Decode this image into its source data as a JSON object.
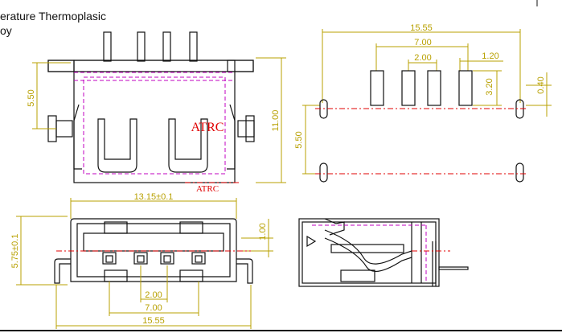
{
  "header": {
    "line1": "erature Thermoplasic",
    "line2": "oy"
  },
  "watermark": {
    "top_text": "ATRC",
    "small_text": "ATRC"
  },
  "dimensions": {
    "overall_width_top": "15.55",
    "pitch_7": "7.00",
    "pitch_2": "2.00",
    "pad_width": "1.20",
    "pad_length": "3.20",
    "offset_040": "0.40",
    "left_height": "5.50",
    "right_height_550": "5.50",
    "total_height": "11.00",
    "front_width": "13.15±0.1",
    "front_height": "5.75±0.1",
    "front_offset": "1.00",
    "front_pitch_2": "2.00",
    "front_pitch_7": "7.00",
    "front_overall": "15.55"
  },
  "colors": {
    "dimension": "#b8a000",
    "outline": "#111111",
    "hidden_line": "#c000c0",
    "center_line": "#e00000"
  }
}
